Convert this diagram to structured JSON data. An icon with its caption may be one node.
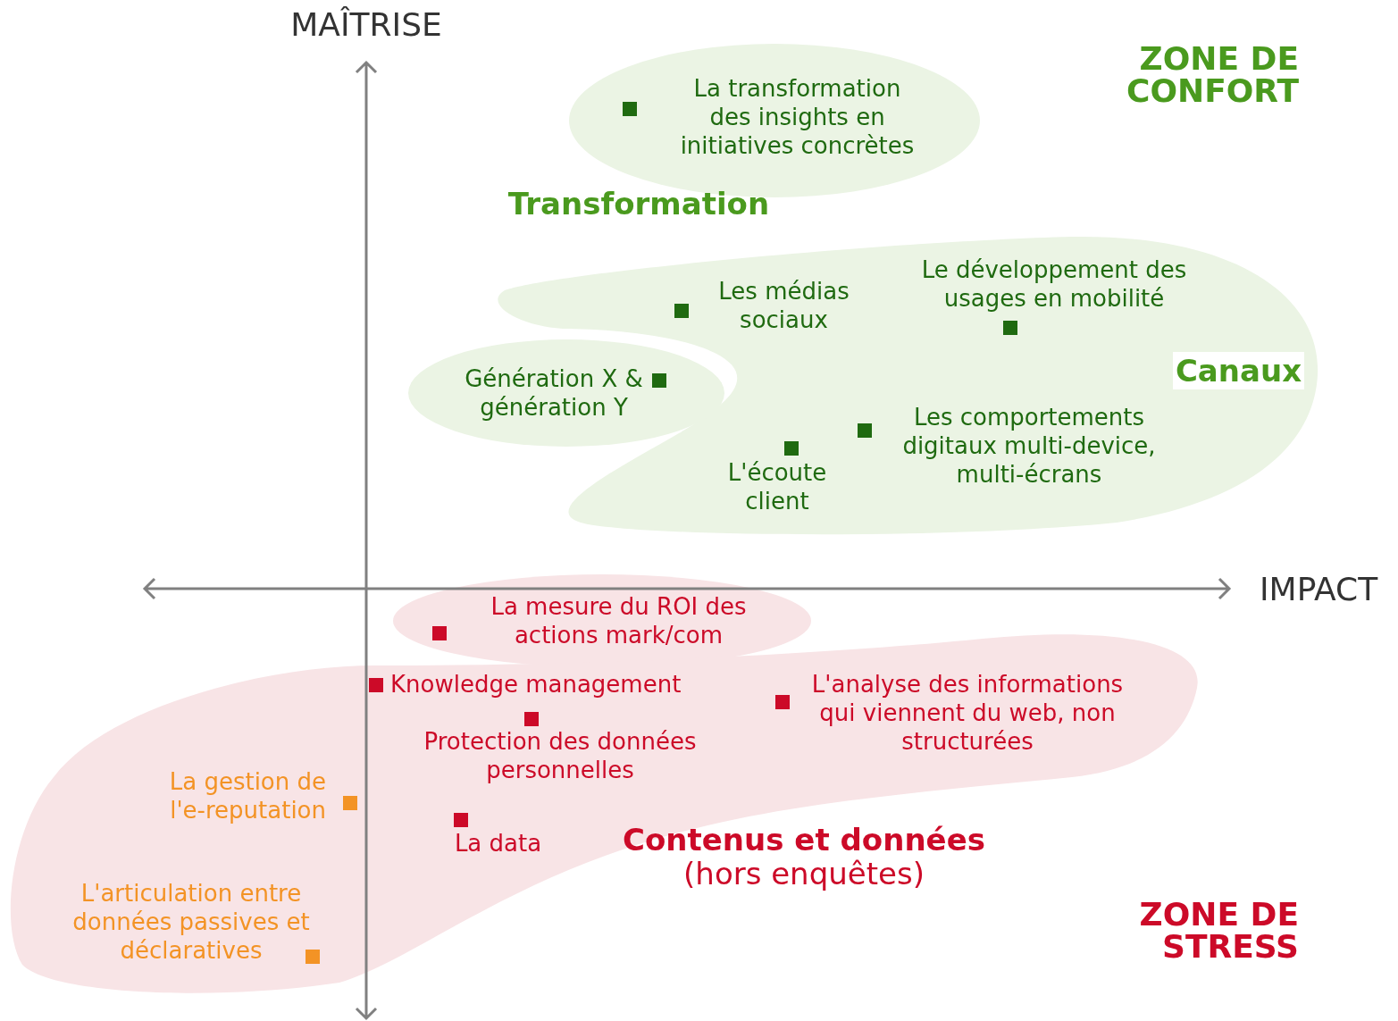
{
  "diagram": {
    "nodes": [
      {
        "text": [
          "Transformation"
        ]
      },
      {
        "text": [
          "La transformation des insights en initiatives concrètes"
        ],
        "in": 0
      },
      {
        "text": [
          "Canaux"
        ]
      },
      {
        "text": [
          "Les médias sociaux"
        ],
        "in": 2
      },
      {
        "text": [
          "Le développement des usages en mobilité"
        ],
        "in": 2
      },
      {
        "text": [
          "Les comportements digitaux multi-device, multi-écrans"
        ],
        "in": 2
      },
      {
        "text": [
          "L'écoute client"
        ],
        "in": 2
      },
      {
        "text": [],
        "shape": "ellipse"
      },
      {
        "text": [
          "Génération X & génération Y"
        ],
        "in": 7
      },
      {
        "text": [],
        "shape": "ellipse"
      },
      {
        "text": [
          "La mesure du ROI des actions mark/com"
        ],
        "in": 9
      },
      {
        "text": [
          "Contenus et données",
          "(hors enquêtes)"
        ]
      },
      {
        "text": [
          "Knowledge management"
        ],
        "in": 11
      },
      {
        "text": [
          "Protection des données personnelles"
        ],
        "in": 11
      },
      {
        "text": [
          "L'analyse des informations qui viennent du web, non structurées"
        ],
        "in": 11
      },
      {
        "text": [
          "La data"
        ],
        "in": 11
      },
      {
        "text": [
          "La gestion de l'e-reputation"
        ],
        "in": 11
      },
      {
        "text": [
          "L'articulation entre données passives et déclaratives"
        ],
        "in": 11
      }
    ],
    "edges": [],
    "labels": [
      "MAÎTRISE",
      "ZONE DE CONFORT",
      "IMPACT",
      "ZONE DE STRESS"
    ]
  }
}
